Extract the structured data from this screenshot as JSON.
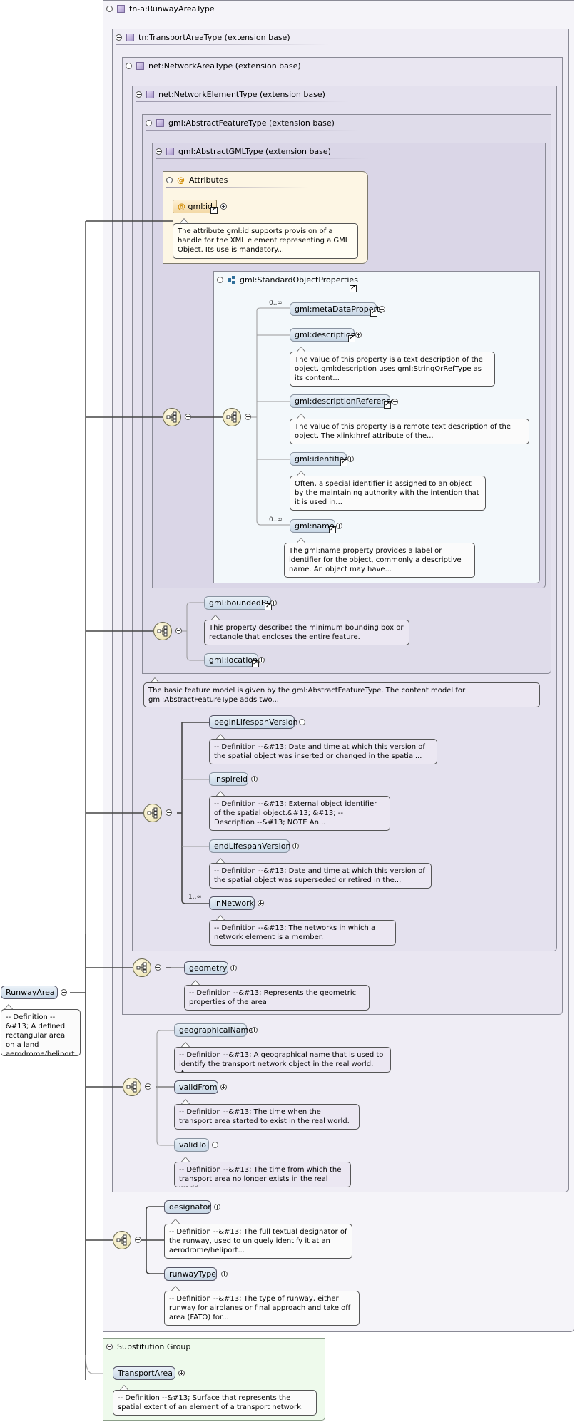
{
  "root": {
    "title": "tn-a:RunwayAreaType",
    "element": "RunwayArea",
    "doc": "-- Definition --&#13; A defined rectangular area on a land aerodrome/heliport prepared for the landing and take-off of..."
  },
  "types": {
    "transport_area": "tn:TransportAreaType (extension base)",
    "network_area": "net:NetworkAreaType (extension base)",
    "network_element": "net:NetworkElementType (extension base)",
    "abstract_feature": "gml:AbstractFeatureType (extension base)",
    "abstract_gml": "gml:AbstractGMLType (extension base)"
  },
  "attributes": {
    "title": "Attributes",
    "id_label": "gml:id",
    "id_doc": "The attribute gml:id supports provision of a handle for the XML element representing a GML Object. Its use is mandatory..."
  },
  "std_props": {
    "title": "gml:StandardObjectProperties",
    "items": [
      {
        "label": "gml:metaDataProperty",
        "card": "0..∞",
        "doc": ""
      },
      {
        "label": "gml:description",
        "card": "",
        "doc": "The value of this property is a text description of the object. gml:description uses gml:StringOrRefType as its content..."
      },
      {
        "label": "gml:descriptionReference",
        "card": "",
        "doc": "The value of this property is a remote text description of the object. The xlink:href attribute of the..."
      },
      {
        "label": "gml:identifier",
        "card": "",
        "doc": "Often, a special identifier is assigned to an object by the maintaining authority with the intention that it is used in..."
      },
      {
        "label": "gml:name",
        "card": "0..∞",
        "doc": "The gml:name property provides a label or identifier for the object, commonly a descriptive name. An object may have..."
      }
    ]
  },
  "feature_props": {
    "bounded_by": "gml:boundedBy",
    "bounded_by_doc": "This property describes the minimum bounding box or rectangle that encloses the entire feature.",
    "location": "gml:location",
    "feature_doc": "The basic feature model is given by the gml:AbstractFeatureType. The content model for gml:AbstractFeatureType adds two..."
  },
  "network_element": {
    "items": [
      {
        "label": "beginLifespanVersion",
        "card": "",
        "doc": "-- Definition --&#13; Date and time at which this version of the spatial object was inserted or changed in the spatial..."
      },
      {
        "label": "inspireId",
        "card": "",
        "doc": "-- Definition --&#13; External object identifier of the spatial object.&#13; &#13; -- Description --&#13; NOTE An..."
      },
      {
        "label": "endLifespanVersion",
        "card": "",
        "doc": "-- Definition --&#13; Date and time at which this version of the spatial object was superseded or retired in the..."
      },
      {
        "label": "inNetwork",
        "card": "1..∞",
        "doc": "-- Definition --&#13; The networks in which a network element is a member."
      }
    ]
  },
  "network_area": {
    "geometry": "geometry",
    "geometry_doc": "-- Definition --&#13; Represents the geometric properties of the area"
  },
  "transport_area": {
    "items": [
      {
        "label": "geographicalName",
        "doc": "-- Definition --&#13; A geographical name that is used to identify the transport network object in the real world. It..."
      },
      {
        "label": "validFrom",
        "doc": "-- Definition --&#13; The time when the transport area started to exist in the real world."
      },
      {
        "label": "validTo",
        "doc": "-- Definition --&#13; The time from which the transport area no longer exists in the real world."
      }
    ]
  },
  "runway": {
    "items": [
      {
        "label": "designator",
        "doc": "-- Definition --&#13; The full textual designator of the runway, used to uniquely identify it at an aerodrome/heliport..."
      },
      {
        "label": "runwayType",
        "doc": "-- Definition --&#13; The type of runway, either runway for airplanes or final approach and take off area (FATO) for..."
      }
    ]
  },
  "substitution": {
    "title": "Substitution Group",
    "element": "TransportArea",
    "doc": "-- Definition --&#13; Surface that represents the spatial extent of an element of a transport network."
  }
}
